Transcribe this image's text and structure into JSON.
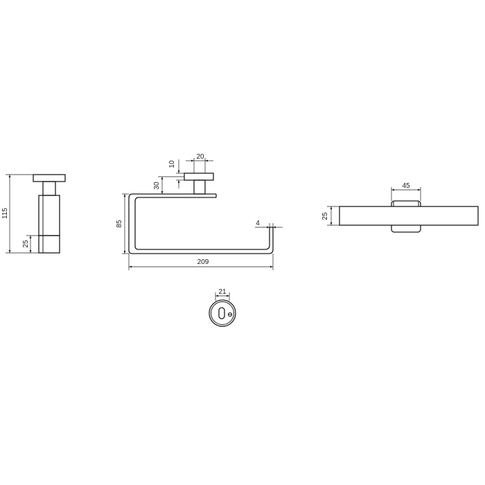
{
  "drawing": {
    "side_view": {
      "overall_height": "115",
      "lower_block_height": "25"
    },
    "front_view": {
      "flange_thickness": "10",
      "flange_width": "20",
      "flange_offset": "30",
      "arm_height": "85",
      "tip_thickness": "4",
      "overall_length": "209"
    },
    "top_view": {
      "mount_width": "45",
      "bar_depth": "25"
    },
    "rosette_view": {
      "diameter": "21"
    }
  }
}
